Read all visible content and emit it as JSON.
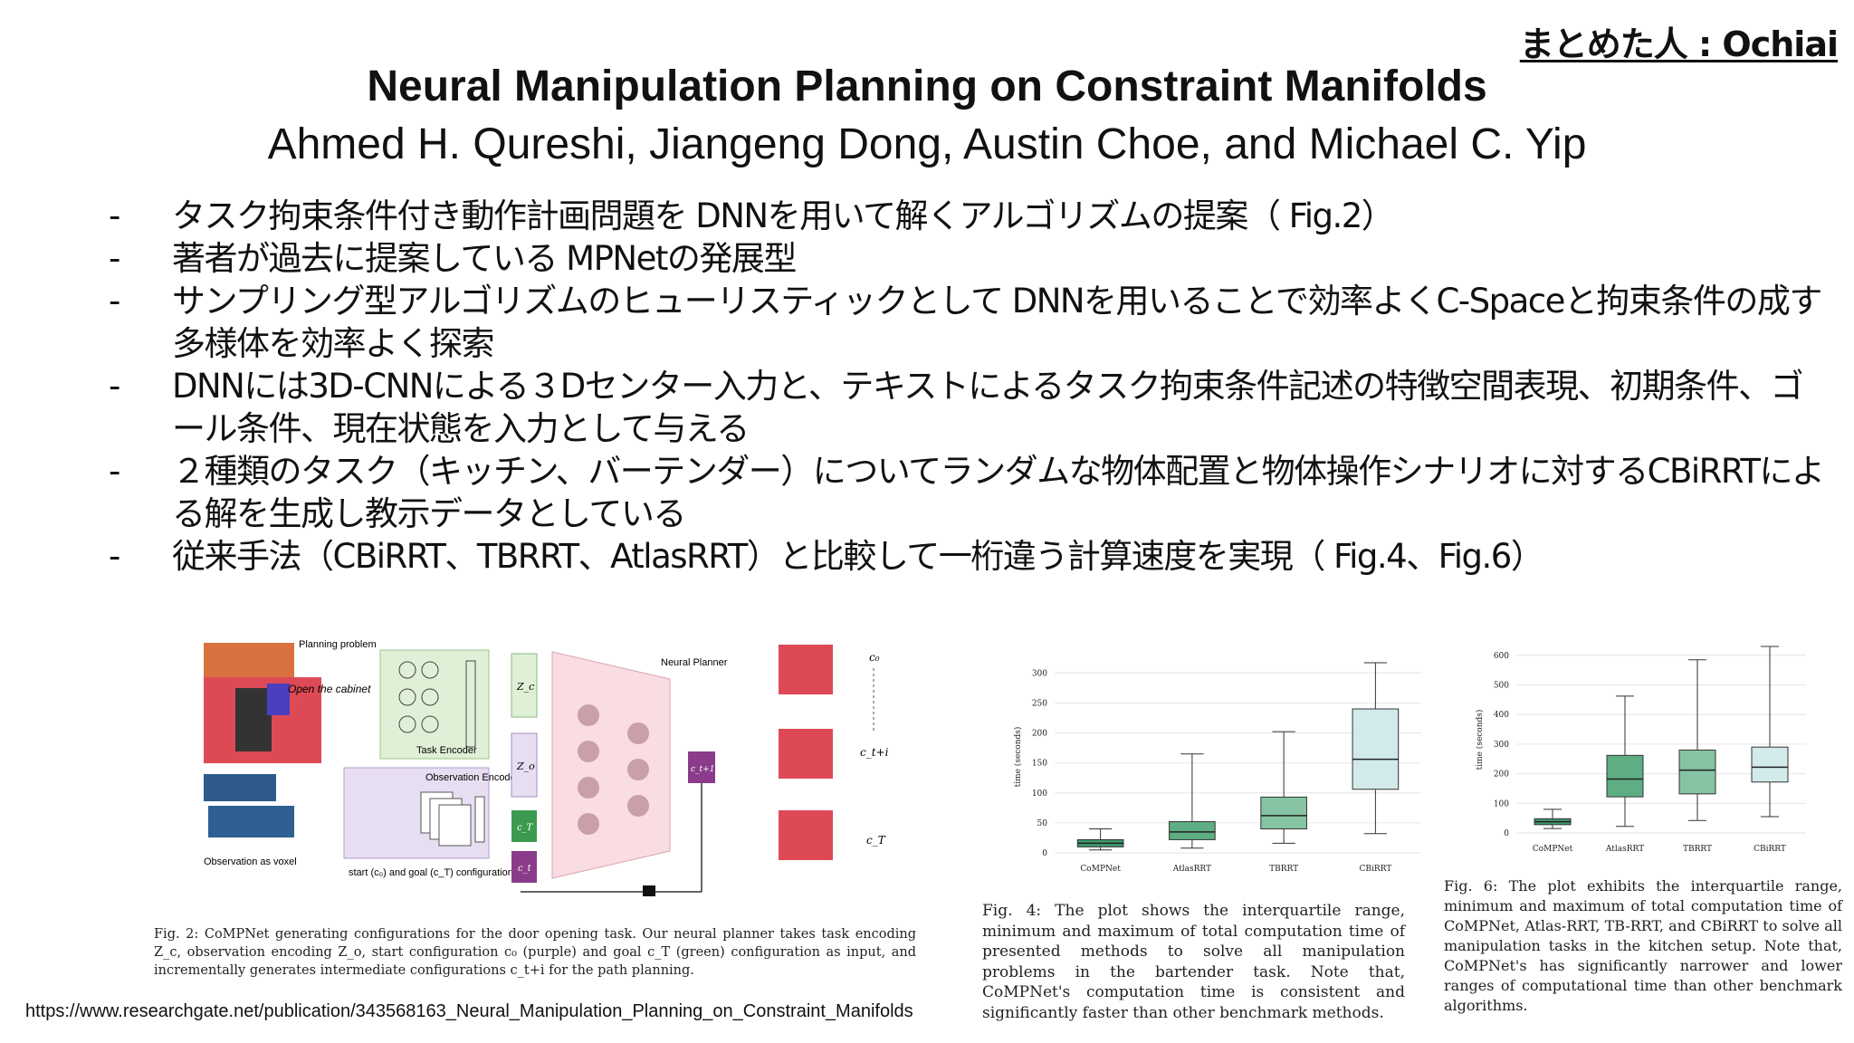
{
  "header": {
    "author_tag": "まとめた人 : Ochiai",
    "title": "Neural Manipulation Planning on Constraint Manifolds",
    "authors": "Ahmed H. Qureshi, Jiangeng Dong, Austin Choe, and Michael C. Yip"
  },
  "bullets": [
    {
      "dash": "-",
      "text": "タスク拘束条件付き動作計画問題を DNNを用いて解くアルゴリズムの提案（ Fig.2）"
    },
    {
      "dash": "-",
      "text": "著者が過去に提案している MPNetの発展型"
    },
    {
      "dash": "-",
      "text": "サンプリング型アルゴリズムのヒューリスティックとして  DNNを用いることで効率よくC-Spaceと拘束条件の成す多様体を効率よく探索"
    },
    {
      "dash": "-",
      "text": "DNNには3D-CNNによる３Dセンター入力と、テキストによるタスク拘束条件記述の特徴空間表現、初期条件、ゴール条件、現在状態を入力として与える"
    },
    {
      "dash": "-",
      "text": "２種類のタスク（キッチン、バーテンダー）についてランダムな物体配置と物体操作シナリオに対するCBiRRTによる解を生成し教示データとしている"
    },
    {
      "dash": "-",
      "text": "従来手法（CBiRRT、TBRRT、AtlasRRT）と比較して一桁違う計算速度を実現（ Fig.4、Fig.6）"
    }
  ],
  "figure2": {
    "planning_problem": "Planning problem",
    "open_cabinet": "Open the cabinet",
    "task_encoder": "Task Encoder",
    "observation_encoder": "Observation Encoder",
    "observation_voxel": "Observation as voxel",
    "start_goal": "start (c₀) and goal (c_T) configurations",
    "neural_planner": "Neural Planner",
    "zc": "Z_c",
    "zo": "Z_o",
    "ct": "c_T",
    "c_t": "c_t",
    "ct1": "c_t+1",
    "c0_label": "c₀",
    "cti_label": "c_t+i",
    "cT_label": "c_T",
    "caption": "Fig. 2: CoMPNet generating configurations for the door opening task. Our neural planner takes task encoding Z_c, observation encoding Z_o, start configuration c₀ (purple) and goal c_T (green) configuration as input, and incrementally generates intermediate configurations c_t+i for the path planning."
  },
  "url": "https://www.researchgate.net/publication/343568163_Neural_Manipulation_Planning_on_Constraint_Manifolds",
  "chart_data": [
    {
      "type": "box",
      "ylabel": "time (seconds)",
      "ylim": [
        0,
        320
      ],
      "yticks": [
        0,
        50,
        100,
        150,
        200,
        250,
        300
      ],
      "categories": [
        "CoMPNet",
        "AtlasRRT",
        "TBRRT",
        "CBiRRT"
      ],
      "boxes": [
        {
          "min": 5,
          "q1": 10,
          "median": 16,
          "q3": 22,
          "max": 40
        },
        {
          "min": 8,
          "q1": 22,
          "median": 35,
          "q3": 52,
          "max": 165
        },
        {
          "min": 16,
          "q1": 40,
          "median": 62,
          "q3": 93,
          "max": 202
        },
        {
          "min": 32,
          "q1": 106,
          "median": 156,
          "q3": 240,
          "max": 317
        }
      ],
      "colors": [
        "#3f9a6e",
        "#5eae84",
        "#86c4a4",
        "#d2eaea"
      ],
      "caption": "Fig. 4: The plot shows the interquartile range, minimum and maximum of total computation time of presented methods to solve all manipulation problems in the bartender task. Note that, CoMPNet's computation time is consistent and significantly faster than other benchmark methods."
    },
    {
      "type": "box",
      "ylabel": "time (seconds)",
      "ylim": [
        0,
        630
      ],
      "yticks": [
        0,
        100,
        200,
        300,
        400,
        500,
        600
      ],
      "categories": [
        "CoMPNet",
        "AtlasRRT",
        "TBRRT",
        "CBiRRT"
      ],
      "boxes": [
        {
          "min": 15,
          "q1": 28,
          "median": 38,
          "q3": 48,
          "max": 80
        },
        {
          "min": 22,
          "q1": 122,
          "median": 182,
          "q3": 262,
          "max": 462
        },
        {
          "min": 42,
          "q1": 132,
          "median": 212,
          "q3": 280,
          "max": 585
        },
        {
          "min": 55,
          "q1": 172,
          "median": 222,
          "q3": 290,
          "max": 630
        }
      ],
      "colors": [
        "#3f9a6e",
        "#5eae84",
        "#86c4a4",
        "#d2eaea"
      ],
      "caption": "Fig. 6: The plot exhibits the interquartile range, minimum and maximum of total computation time of CoMPNet, Atlas-RRT, TB-RRT, and CBiRRT to solve all manipulation tasks in the kitchen setup. Note that, CoMPNet's has significantly narrower and lower ranges of computational time than other benchmark algorithms."
    }
  ]
}
